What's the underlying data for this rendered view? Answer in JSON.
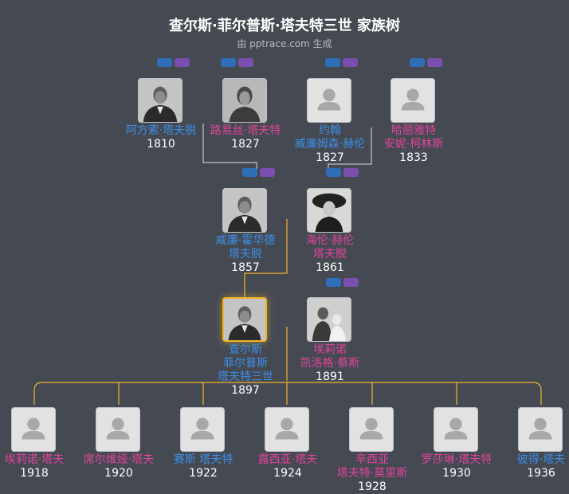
{
  "title": "查尔斯·菲尔普斯·塔夫特三世 家族树",
  "subtitle": "由 pptrace.com 生成",
  "colors": {
    "male": "#3d8de6",
    "female": "#e0449a",
    "line": "#d9dde2",
    "focus_line": "#f0b429"
  },
  "people": {
    "alphonso": {
      "name": "阿方索·塔夫脱",
      "year": "1810",
      "gender": "male",
      "photo": "portrait-male"
    },
    "louise": {
      "name": "路易丝·塔夫特",
      "year": "1827",
      "gender": "female",
      "photo": "portrait-female"
    },
    "john": {
      "name": "约翰\n威廉姆森·赫伦",
      "year": "1827",
      "gender": "male",
      "photo": "placeholder"
    },
    "harriet": {
      "name": "哈丽雅特\n安妮·柯林斯",
      "year": "1833",
      "gender": "female",
      "photo": "placeholder"
    },
    "william": {
      "name": "威廉·霍华德\n塔夫脱",
      "year": "1857",
      "gender": "male",
      "photo": "portrait-male"
    },
    "helen": {
      "name": "海伦·赫伦\n塔夫脱",
      "year": "1861",
      "gender": "female",
      "photo": "portrait-female-hat"
    },
    "charles": {
      "name": "查尔斯\n菲尔普斯\n塔夫特三世",
      "year": "1897",
      "gender": "male",
      "photo": "portrait-male"
    },
    "eleanor": {
      "name": "埃莉诺\n凯洛格·蔡斯",
      "year": "1891",
      "gender": "female",
      "photo": "portrait-group"
    },
    "c1": {
      "name": "埃莉诺·塔夫",
      "year": "1918",
      "gender": "female",
      "photo": "placeholder"
    },
    "c2": {
      "name": "席尔维娅·塔夫",
      "year": "1920",
      "gender": "female",
      "photo": "placeholder"
    },
    "c3": {
      "name": "赛斯 塔夫特",
      "year": "1922",
      "gender": "male",
      "photo": "placeholder"
    },
    "c4": {
      "name": "露西亚·塔夫",
      "year": "1924",
      "gender": "female",
      "photo": "placeholder"
    },
    "c5": {
      "name": "辛西亚\n塔夫特·莫里斯",
      "year": "1928",
      "gender": "female",
      "photo": "placeholder"
    },
    "c6": {
      "name": "罗莎琳·塔夫特",
      "year": "1930",
      "gender": "female",
      "photo": "placeholder"
    },
    "c7": {
      "name": "彼得·塔夫",
      "year": "1936",
      "gender": "male",
      "photo": "placeholder"
    }
  }
}
